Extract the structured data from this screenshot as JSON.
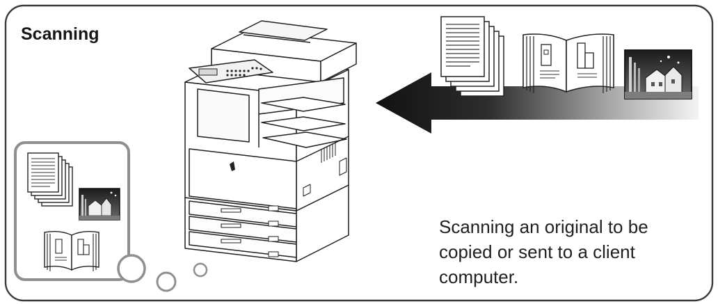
{
  "panel": {
    "title": "Scanning",
    "caption_lines": [
      "Scanning an original to be",
      "copied or sent to a client",
      "computer."
    ]
  },
  "icons": {
    "device": "multifunction-printer-icon",
    "documents": "document-stack-icon",
    "book": "open-book-icon",
    "photo": "house-photo-icon",
    "flow": "left-arrow-icon"
  },
  "colors": {
    "background": "#ffffff",
    "frame_border": "#3c3c3c",
    "bubble_border": "#8f8f8f",
    "text": "#1c1c1c",
    "arrow_dark": "#111111",
    "arrow_light": "#f4f4f4"
  }
}
